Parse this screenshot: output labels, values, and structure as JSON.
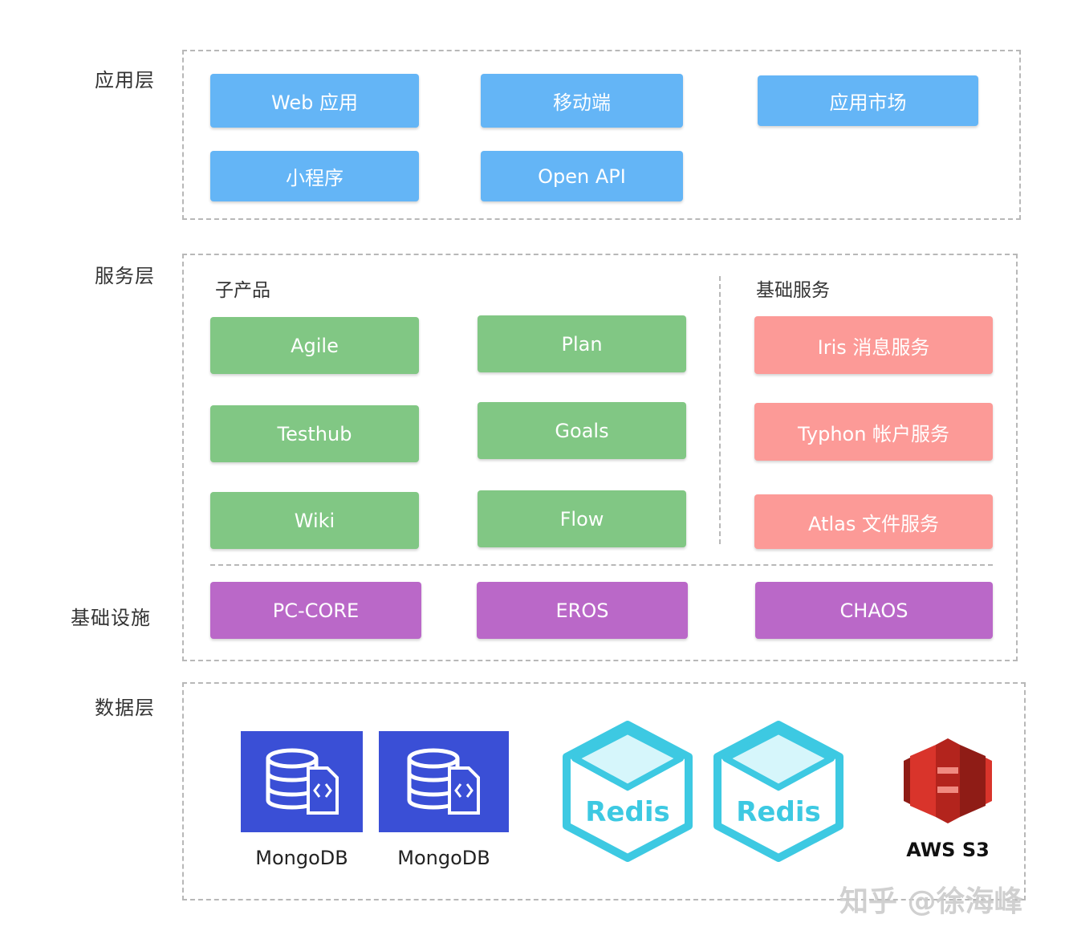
{
  "layers": {
    "app": "应用层",
    "service": "服务层",
    "infra": "基础设施",
    "data": "数据层"
  },
  "app_buttons": [
    "Web 应用",
    "移动端",
    "应用市场",
    "小程序",
    "Open API"
  ],
  "service": {
    "sub_products_title": "子产品",
    "base_services_title": "基础服务",
    "sub_products": [
      "Agile",
      "Plan",
      "Testhub",
      "Goals",
      "Wiki",
      "Flow"
    ],
    "base_services": [
      "Iris 消息服务",
      "Typhon 帐户服务",
      "Atlas 文件服务"
    ]
  },
  "infra_buttons": [
    "PC-CORE",
    "EROS",
    "CHAOS"
  ],
  "data_stores": {
    "mongo1": "MongoDB",
    "mongo2": "MongoDB",
    "redis1": "Redis",
    "redis2": "Redis",
    "s3": "AWS S3"
  },
  "icons": [
    "database-icon",
    "database-icon",
    "redis-cube-icon",
    "redis-cube-icon",
    "aws-s3-icon"
  ],
  "colors": {
    "app": "#64b5f6",
    "sub_product": "#81c784",
    "base_service": "#fc9a97",
    "infra": "#ba68c8",
    "mongo_bg": "#3a4fd6",
    "redis": "#3dc9e2",
    "s3": "#d9342b"
  },
  "watermark": "知乎 @徐海峰"
}
